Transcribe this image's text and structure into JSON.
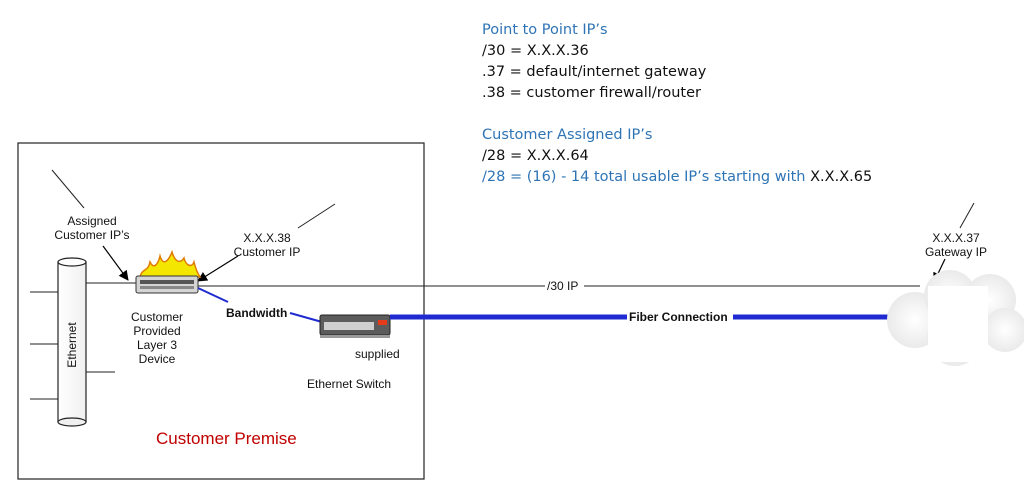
{
  "notes": {
    "p2p_heading": "Point to Point IP’s",
    "p2p_lines": [
      "/30 = X.X.X.36",
      ".37 = default/internet gateway",
      ".38 = customer firewall/router"
    ],
    "assigned_heading": "Customer Assigned IP’s",
    "assigned_line1": "/28 = X.X.X.64",
    "assigned_line2_prefix": "/28 = (16) - 14 total usable IP’s starting with",
    "assigned_line2_value": "X.X.X.65"
  },
  "diagram": {
    "assigned_ips_label": [
      "Assigned",
      "Customer IP’s"
    ],
    "customer_ip_label": [
      "X.X.X.38",
      "Customer IP"
    ],
    "gateway_ip_label": [
      "X.X.X.37",
      "Gateway  IP"
    ],
    "device_label": [
      "Customer",
      "Provided",
      "Layer 3",
      "Device"
    ],
    "bandwidth_label": "Bandwidth",
    "supplied_label": "supplied",
    "switch_label": "Ethernet Switch",
    "ethernet_label": "Ethernet",
    "p2p_link_label": "/30 IP",
    "fiber_label": "Fiber Connection",
    "premise_label": "Customer Premise"
  },
  "colors": {
    "heading_blue": "#2e74b5",
    "fiber_blue": "#1f2bd0",
    "premise_red": "#c00000"
  }
}
